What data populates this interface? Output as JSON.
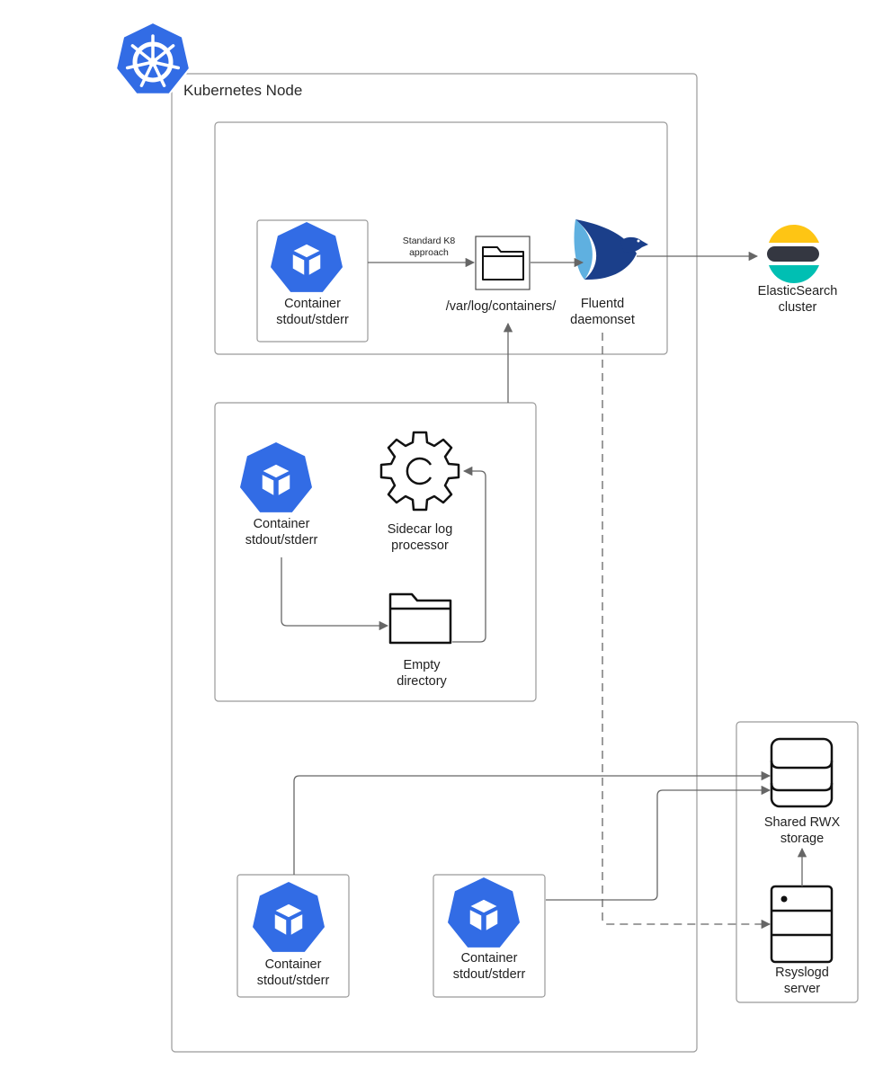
{
  "node": {
    "title": "Kubernetes Node"
  },
  "pod1": {
    "container": {
      "line1": "Container",
      "line2": "stdout/stderr"
    },
    "arrow_label": {
      "line1": "Standard K8",
      "line2": "approach"
    },
    "log_dir": "/var/log/containers/",
    "fluentd": {
      "line1": "Fluentd",
      "line2": "daemonset"
    }
  },
  "elasticsearch": {
    "line1": "ElasticSearch",
    "line2": "cluster"
  },
  "pod2": {
    "container": {
      "line1": "Container",
      "line2": "stdout/stderr"
    },
    "sidecar": {
      "line1": "Sidecar log",
      "line2": "processor"
    },
    "empty_dir": {
      "line1": "Empty",
      "line2": "directory"
    }
  },
  "pod3": {
    "container": {
      "line1": "Container",
      "line2": "stdout/stderr"
    }
  },
  "pod4": {
    "container": {
      "line1": "Container",
      "line2": "stdout/stderr"
    }
  },
  "storage": {
    "shared": {
      "line1": "Shared RWX",
      "line2": "storage"
    },
    "rsyslogd": {
      "line1": "Rsyslogd",
      "line2": "server"
    }
  },
  "colors": {
    "k8s_blue": "#326ce5",
    "es_yellow": "#fec514",
    "es_dark": "#343741",
    "es_teal": "#00bfb3",
    "fluentd_dark": "#1b3f8a",
    "fluentd_light": "#5fb0e0",
    "connector": "#666666",
    "box_border": "#9a9a9a"
  }
}
